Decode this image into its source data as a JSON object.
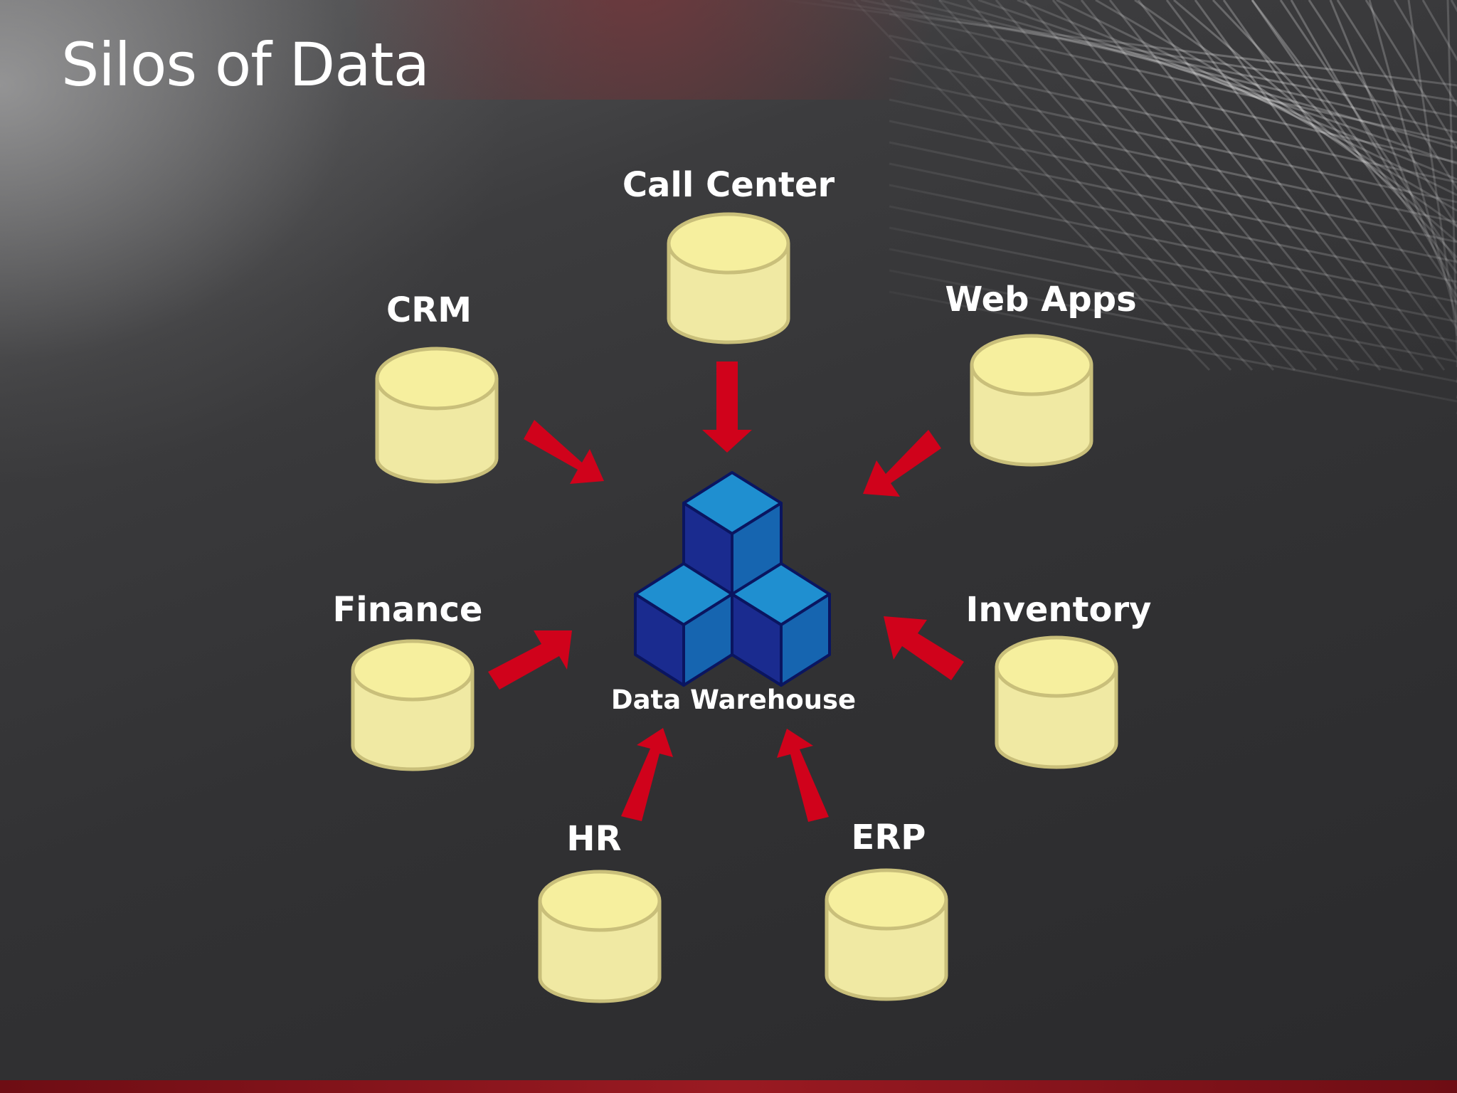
{
  "slide": {
    "title": "Silos of Data"
  },
  "diagram": {
    "hub": {
      "label": "Data Warehouse",
      "icon": "cubes-icon"
    },
    "sources": [
      {
        "label": "Call Center",
        "icon": "database-icon"
      },
      {
        "label": "CRM",
        "icon": "database-icon"
      },
      {
        "label": "Web Apps",
        "icon": "database-icon"
      },
      {
        "label": "Finance",
        "icon": "database-icon"
      },
      {
        "label": "Inventory",
        "icon": "database-icon"
      },
      {
        "label": "HR",
        "icon": "database-icon"
      },
      {
        "label": "ERP",
        "icon": "database-icon"
      }
    ],
    "edges": [
      {
        "from": "Call Center",
        "to": "Data Warehouse"
      },
      {
        "from": "CRM",
        "to": "Data Warehouse"
      },
      {
        "from": "Web Apps",
        "to": "Data Warehouse"
      },
      {
        "from": "Finance",
        "to": "Data Warehouse"
      },
      {
        "from": "Inventory",
        "to": "Data Warehouse"
      },
      {
        "from": "HR",
        "to": "Data Warehouse"
      },
      {
        "from": "ERP",
        "to": "Data Warehouse"
      }
    ]
  },
  "colors": {
    "database_fill": "#f0e9a3",
    "database_top": "#f6ef9e",
    "database_stroke": "#c9bf7a",
    "arrow": "#d0021b",
    "cube_light": "#1f8fd0",
    "cube_dark": "#1a2b8f",
    "cube_mid": "#1665b0",
    "cube_stroke": "#0a1560",
    "accent_bar": "#9a1a22"
  }
}
